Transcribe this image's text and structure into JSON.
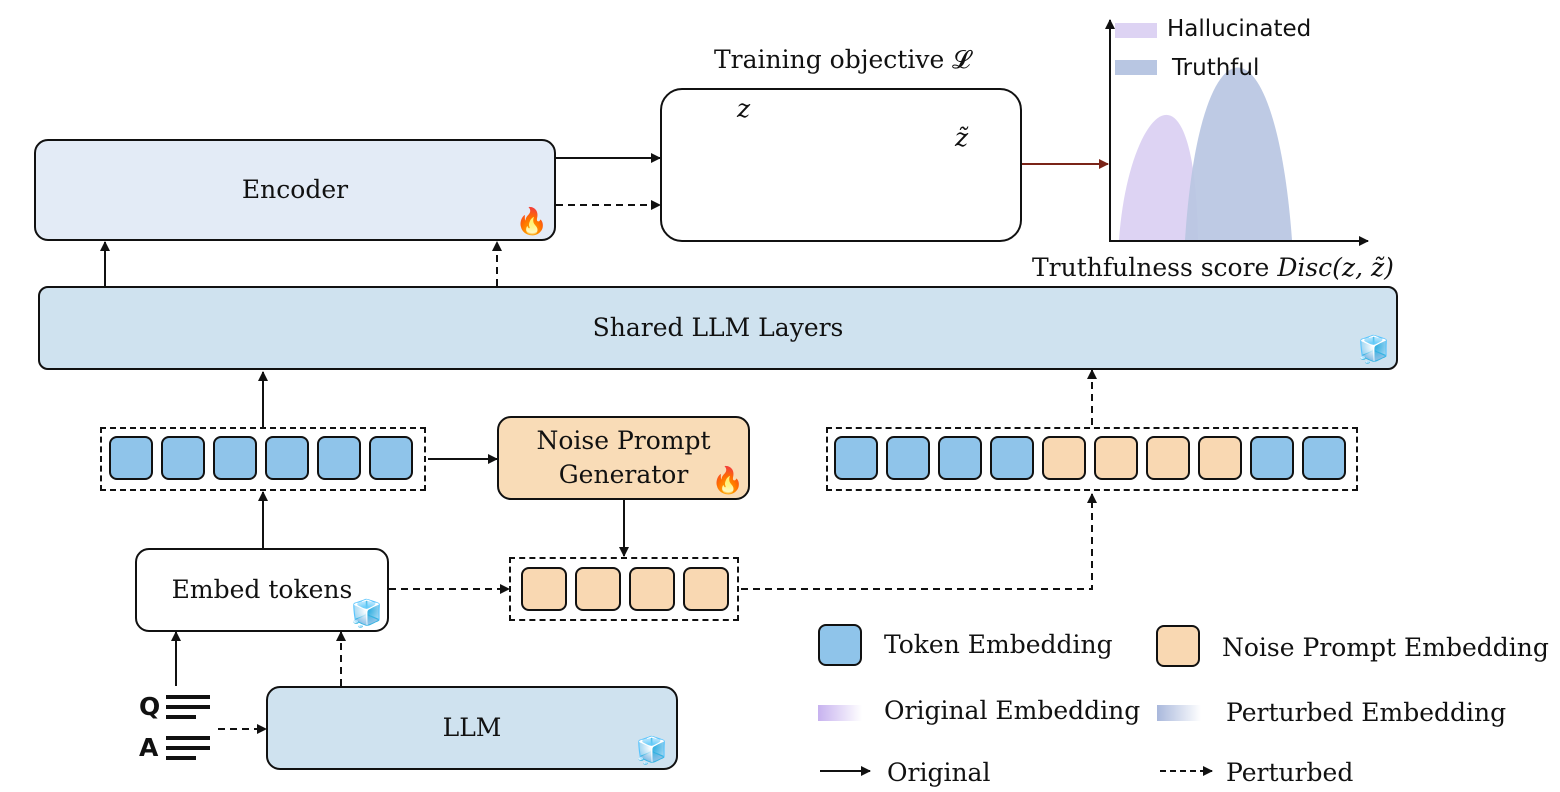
{
  "encoder": {
    "label": "Encoder"
  },
  "shared_layers": {
    "label": "Shared LLM Layers"
  },
  "noise_prompt_generator": {
    "label_line1": "Noise Prompt",
    "label_line2": "Generator"
  },
  "embed_tokens": {
    "label": "Embed tokens"
  },
  "llm": {
    "label": "LLM"
  },
  "input": {
    "q": "Q",
    "a": "A"
  },
  "objective": {
    "title": "Training objective 𝓛",
    "z_label": "z",
    "z_tilde_label": "z̃"
  },
  "score_chart": {
    "legend_hallucinated": "Hallucinated",
    "legend_truthful": "Truthful",
    "caption_prefix": "Truthfulness score ",
    "caption_formula": "Disc(z, z̃)"
  },
  "icons": {
    "trainable": "fire-icon",
    "frozen": "ice-cube-icon"
  },
  "legend": {
    "token_embedding": "Token Embedding",
    "noise_prompt_embedding": "Noise Prompt Embedding",
    "original_embedding": "Original Embedding",
    "perturbed_embedding": "Perturbed Embedding",
    "original": "Original",
    "perturbed": "Perturbed"
  },
  "colors": {
    "token": "#8fc4ea",
    "noise": "#f9d8b2",
    "encoder": "#e3ebf6",
    "shared": "#cfe2ef",
    "hallucinated": "#ddd3f3",
    "truthful": "#b8c6e2",
    "arrow_red": "#7a2418"
  }
}
